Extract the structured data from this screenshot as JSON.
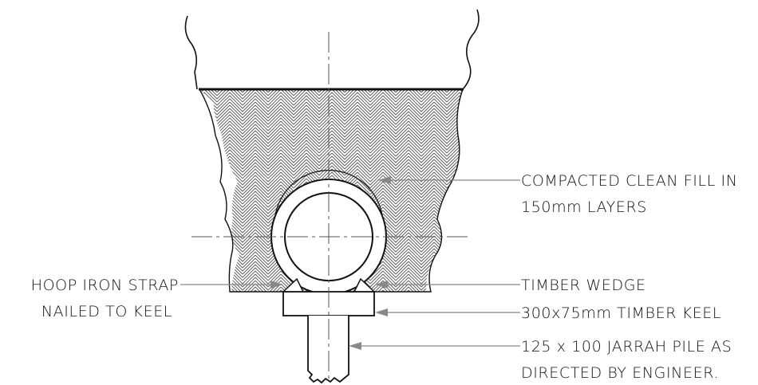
{
  "labels": {
    "fill_line1": "COMPACTED CLEAN FILL IN",
    "fill_line2": "150mm LAYERS",
    "strap_line1": "HOOP IRON STRAP",
    "strap_line2": "NAILED TO KEEL",
    "wedge": "TIMBER WEDGE",
    "keel": "300x75mm TIMBER KEEL",
    "pile_line1": "125 x 100 JARRAH PILE AS",
    "pile_line2": "DIRECTED BY ENGINEER."
  },
  "colors": {
    "line": "#111111",
    "hatch": "#555555",
    "leader": "#888888",
    "background": "#ffffff"
  }
}
